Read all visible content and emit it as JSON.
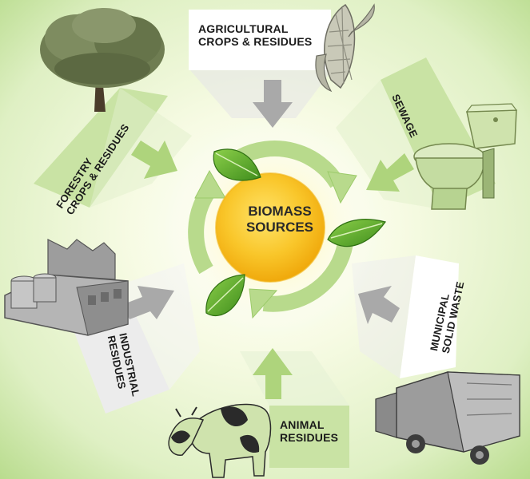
{
  "center": {
    "line1": "BIOMASS",
    "line2": "SOURCES"
  },
  "sources": {
    "agricultural": {
      "line1": "AGRICULTURAL",
      "line2": "CROPS & RESIDUES"
    },
    "sewage": {
      "line1": "SEWAGE"
    },
    "municipal": {
      "line1": "MUNICIPAL",
      "line2": "SOLID WASTE"
    },
    "animal": {
      "line1": "ANIMAL",
      "line2": "RESIDUES"
    },
    "industrial": {
      "line1": "INDUSTRIAL",
      "line2": "RESIDUES"
    },
    "forestry": {
      "line1": "FORESTRY",
      "line2": "CROPS & RESIDUES"
    }
  },
  "colors": {
    "background_glow": "#f7fbe4",
    "background_edge": "#b9dc8e",
    "center_sun": "#f6b81c",
    "leaf_green": "#5aa627",
    "ring_green": "#b8da8c",
    "arrow_gray": "#a9a9a9",
    "arrow_green": "#aed47c",
    "panel_gray": "#d3d3d3",
    "panel_green": "#c9e3a4"
  },
  "icons": [
    "tree-icon",
    "corn-icon",
    "toilet-icon",
    "garbage-truck-icon",
    "cow-icon",
    "factory-icon",
    "leaf-icon"
  ]
}
